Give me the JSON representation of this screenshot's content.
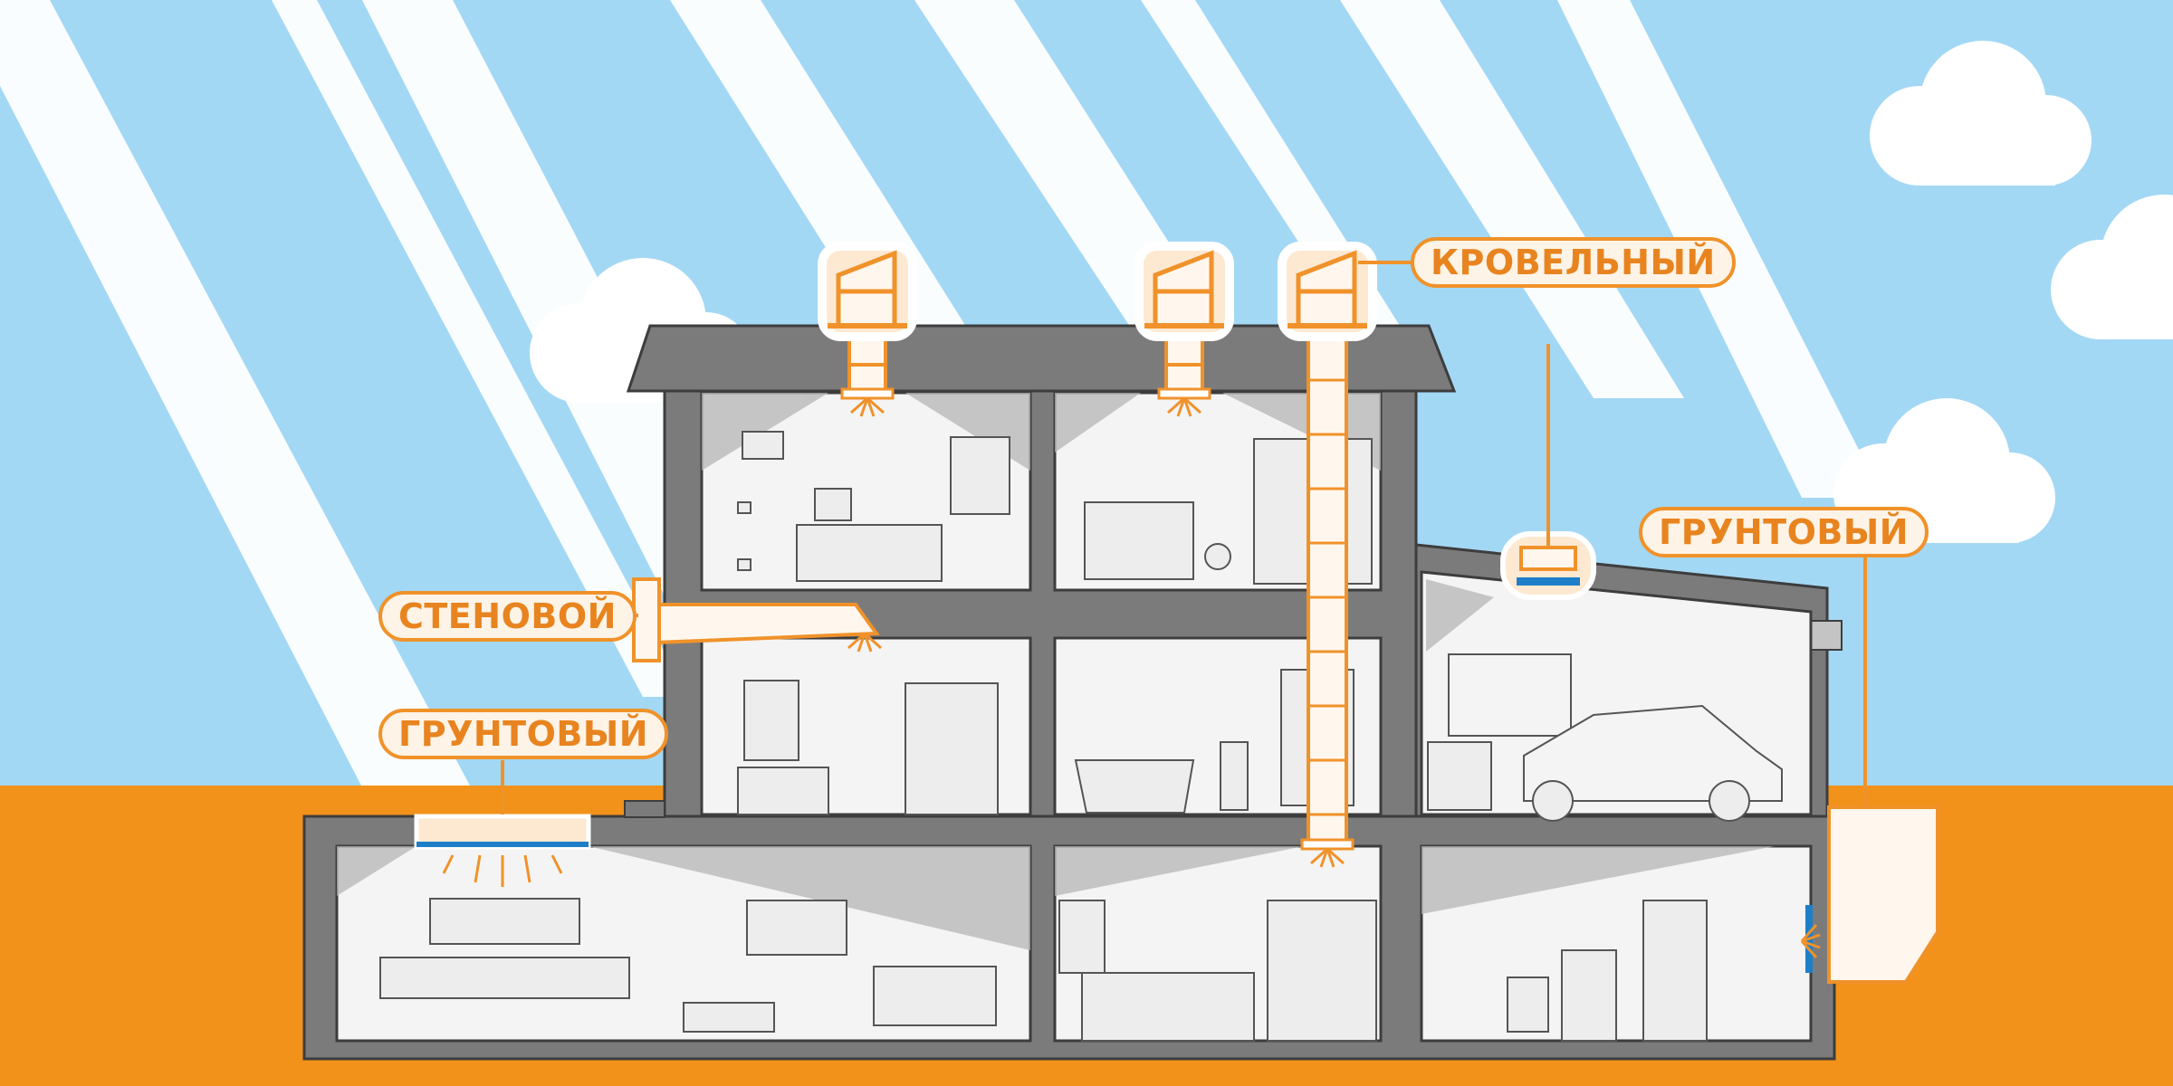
{
  "callouts": {
    "roof": "КРОВЕЛЬНЫЙ",
    "wall": "СТЕНОВОЙ",
    "ground_left": "ГРУНТОВЫЙ",
    "ground_right": "ГРУНТОВЫЙ"
  },
  "colors": {
    "sky": "#a3d8f5",
    "ground": "#f2921a",
    "house_wall": "#7b7b7b",
    "room_fill": "#f4f4f4",
    "light_tube": "#f0922a",
    "diffuser": "#1e7fc8"
  },
  "icons": [
    "cloud-icon",
    "skylight-dome-icon",
    "light-diffuser-icon",
    "car-icon",
    "teddy-bear-icon"
  ]
}
